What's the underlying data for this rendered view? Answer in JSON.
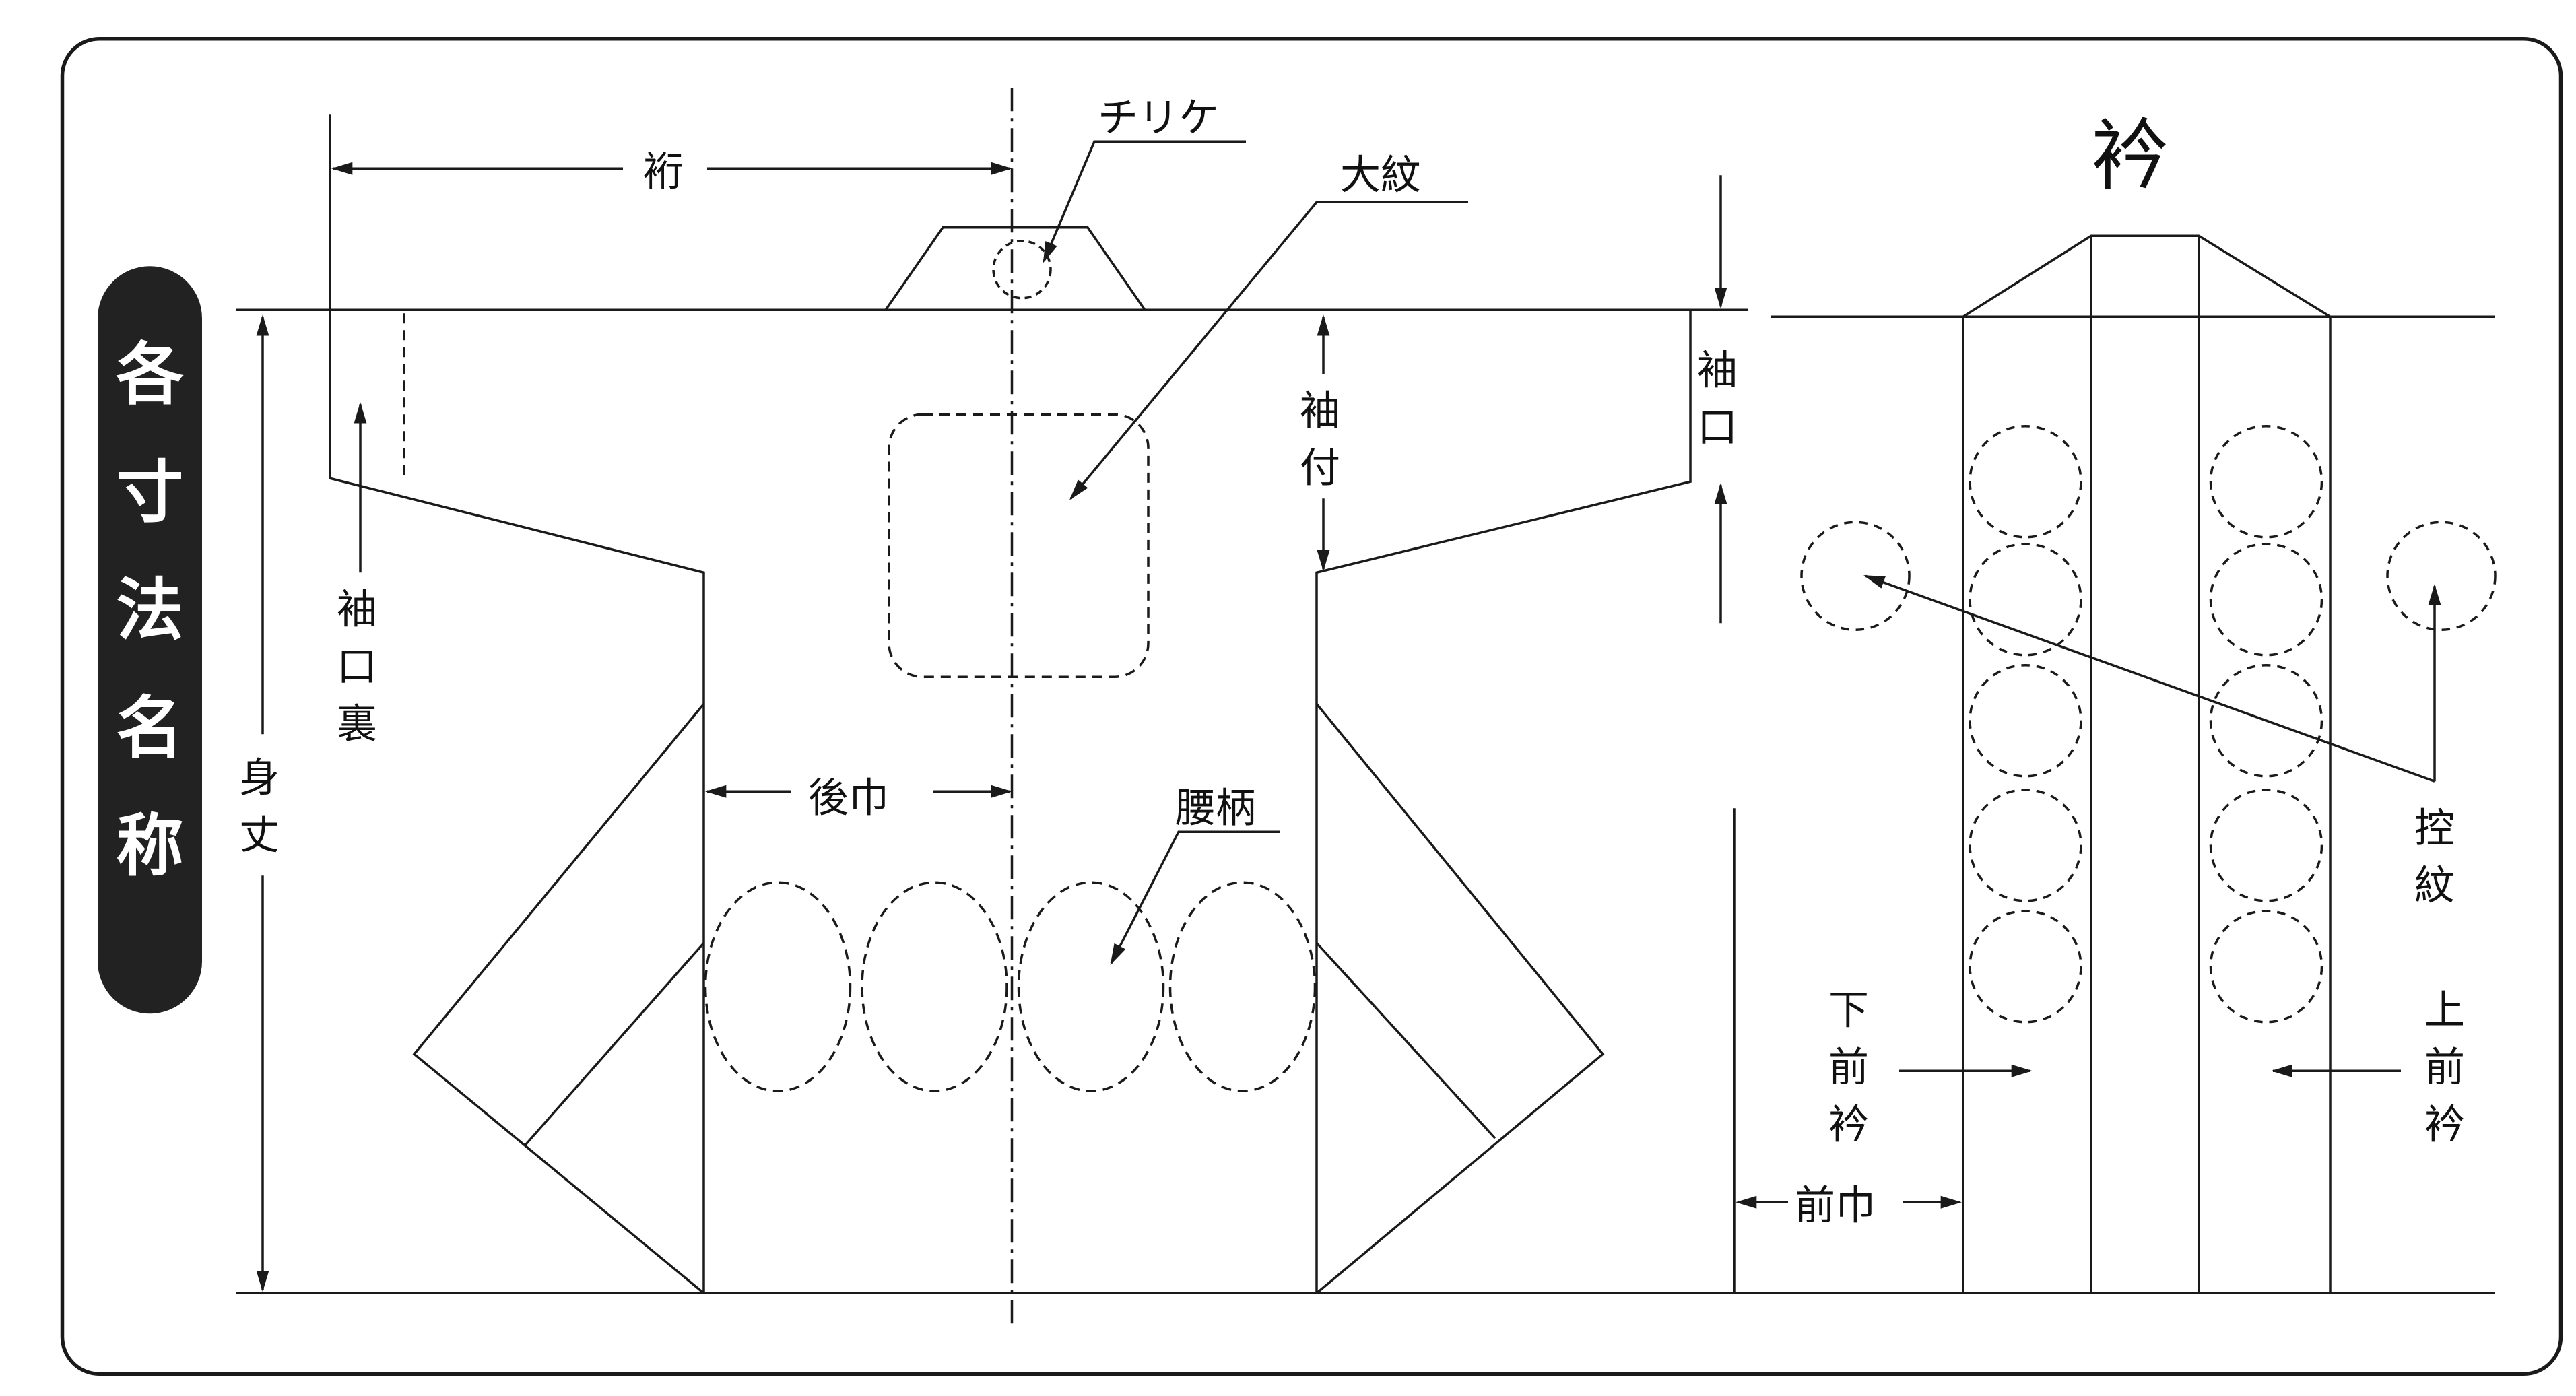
{
  "title_side": [
    "各",
    "寸",
    "法",
    "名",
    "称"
  ],
  "collar_title": "衿",
  "labels": {
    "yuki": "裄",
    "chirike": "チリケ",
    "daimon": "大紋",
    "sodeguchi": [
      "袖",
      "口"
    ],
    "sodetsuke": [
      "袖",
      "付"
    ],
    "sodeguchi_ura": [
      "袖",
      "口",
      "裏"
    ],
    "mitake": [
      "身",
      "丈"
    ],
    "ushirohaba": "後巾",
    "koshigara": "腰柄",
    "hikaemon": [
      "控",
      "紋"
    ],
    "shitamaeeri": [
      "下",
      "前",
      "衿"
    ],
    "uwamaeeri": [
      "上",
      "前",
      "衿"
    ],
    "maehaba": "前巾"
  },
  "colors": {
    "line": "#1a1a1a",
    "sidebar_fill": "#222222",
    "sidebar_text": "#ffffff",
    "background": "#ffffff"
  }
}
